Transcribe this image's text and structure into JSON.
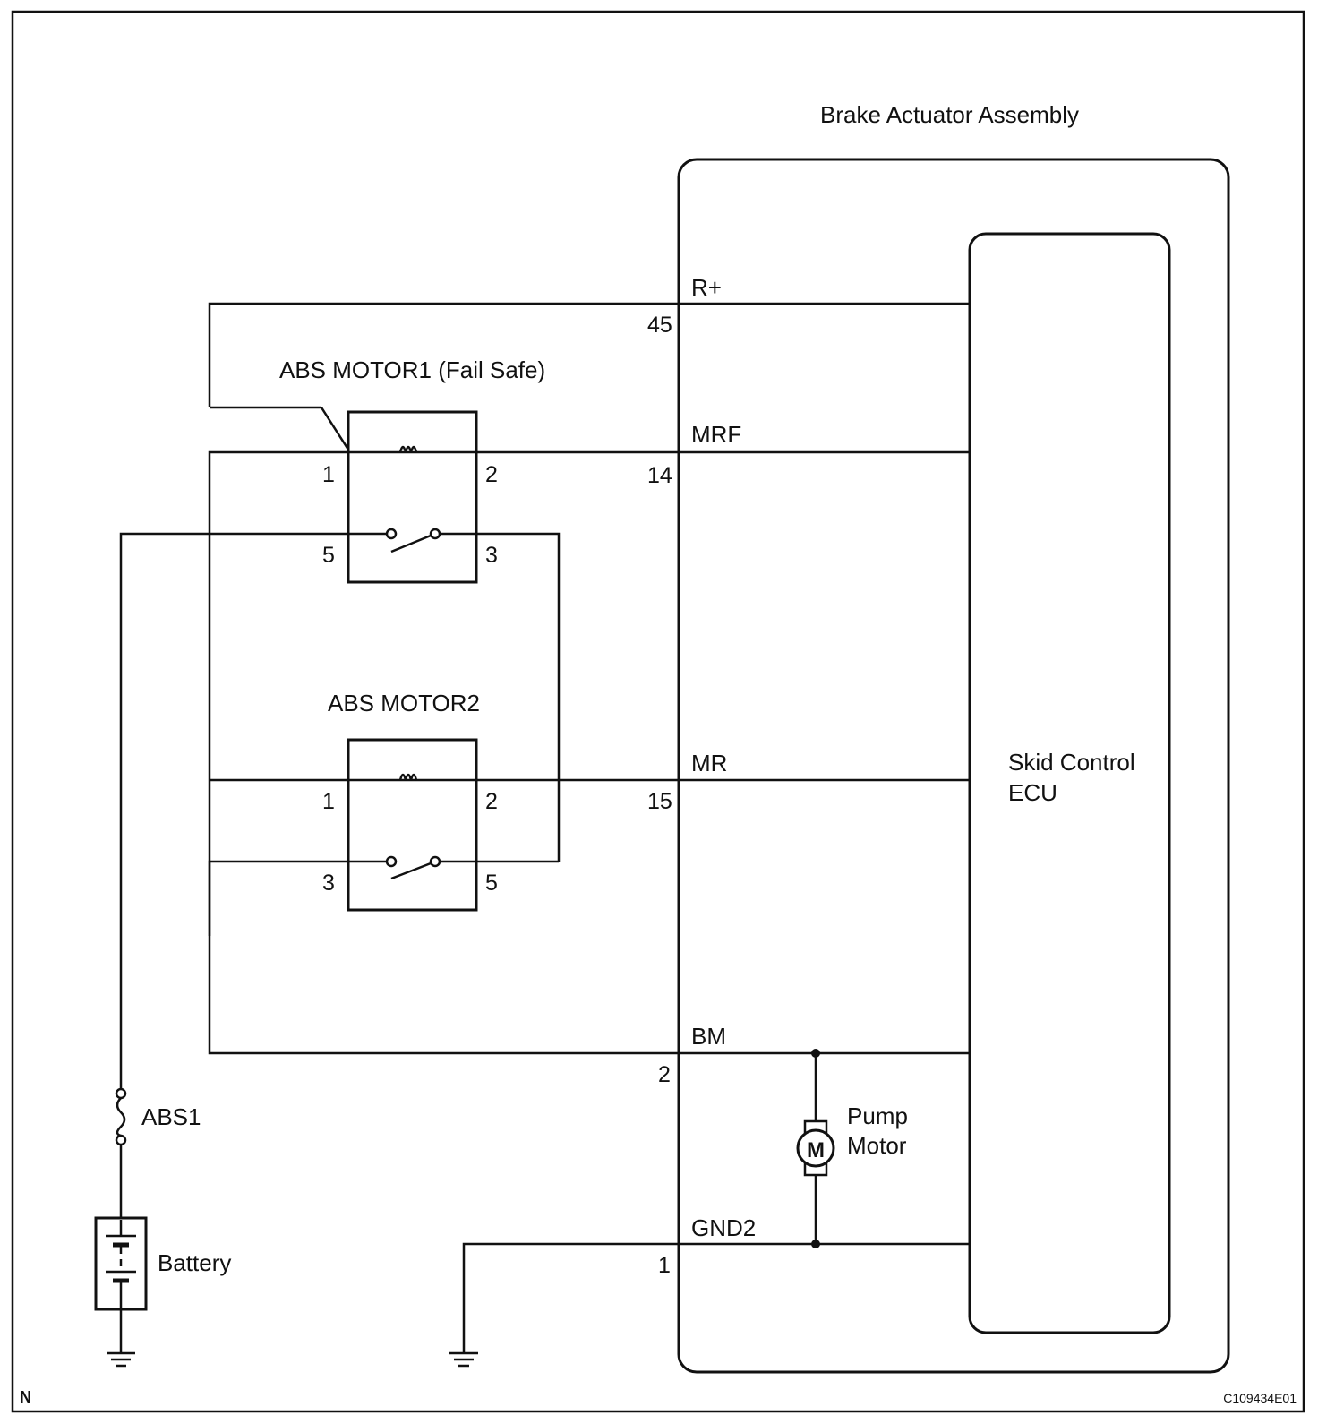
{
  "diagram": {
    "assembly_label": "Brake Actuator Assembly",
    "ecu_label_line1": "Skid Control",
    "ecu_label_line2": "ECU",
    "relay1_label": "ABS MOTOR1 (Fail Safe)",
    "relay2_label": "ABS MOTOR2",
    "relay1_pins": {
      "p1": "1",
      "p2": "2",
      "p5": "5",
      "p3": "3"
    },
    "relay2_pins": {
      "p1": "1",
      "p2": "2",
      "p3": "3",
      "p5": "5"
    },
    "terminals": {
      "r_plus": {
        "name": "R+",
        "pin": "45"
      },
      "mrf": {
        "name": "MRF",
        "pin": "14"
      },
      "mr": {
        "name": "MR",
        "pin": "15"
      },
      "bm": {
        "name": "BM",
        "pin": "2"
      },
      "gnd2": {
        "name": "GND2",
        "pin": "1"
      }
    },
    "fuse_label": "ABS1",
    "battery_label": "Battery",
    "motor_symbol": "M",
    "pump_motor_line1": "Pump",
    "pump_motor_line2": "Motor",
    "corner_left": "N",
    "corner_right": "C109434E01"
  }
}
